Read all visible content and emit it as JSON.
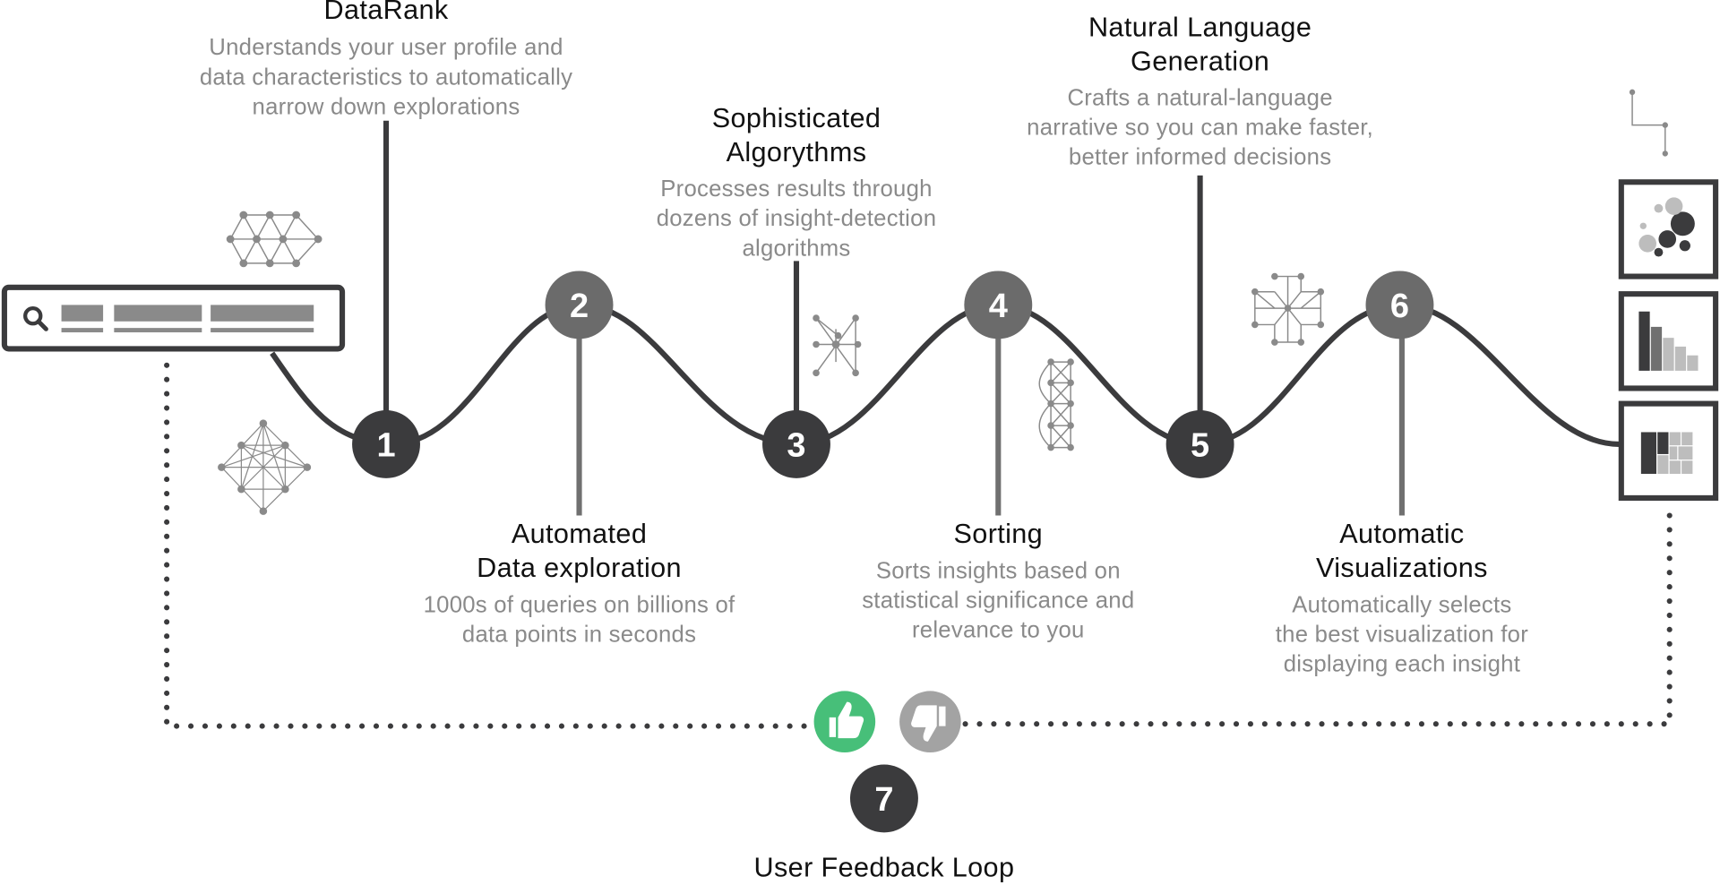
{
  "steps": [
    {
      "number": "1",
      "title": "DataRank",
      "description": "Understands your user profile and\ndata characteristics to automatically\nnarrow down explorations"
    },
    {
      "number": "2",
      "title": "Automated\nData exploration",
      "description": "1000s of queries on billions of\ndata points in seconds"
    },
    {
      "number": "3",
      "title": "Sophisticated\nAlgorythms",
      "description": "Processes results through\ndozens of insight-detection\nalgorithms"
    },
    {
      "number": "4",
      "title": "Sorting",
      "description": "Sorts insights based on\nstatistical significance and\nrelevance to you"
    },
    {
      "number": "5",
      "title": "Natural Language\nGeneration",
      "description": "Crafts a natural-language\nnarrative so you can make faster,\nbetter informed decisions"
    },
    {
      "number": "6",
      "title": "Automatic\nVisualizations",
      "description": "Automatically selects\nthe best visualization for\ndisplaying each insight"
    },
    {
      "number": "7",
      "title": "User Feedback Loop",
      "description": ""
    }
  ],
  "colors": {
    "dark": "#3b3b3d",
    "mid": "#6b6b6b",
    "stem": "#707070",
    "thumbs_up": "#47bf79",
    "thumbs_down": "#a3a3a3",
    "network": "#8a8a8a"
  },
  "icons": {
    "search": "search-icon",
    "thumbs_up": "thumbs-up-icon",
    "thumbs_down": "thumbs-down-icon",
    "bubble_chart": "bubble-chart-icon",
    "bar_chart": "bar-chart-icon",
    "treemap": "treemap-icon"
  }
}
